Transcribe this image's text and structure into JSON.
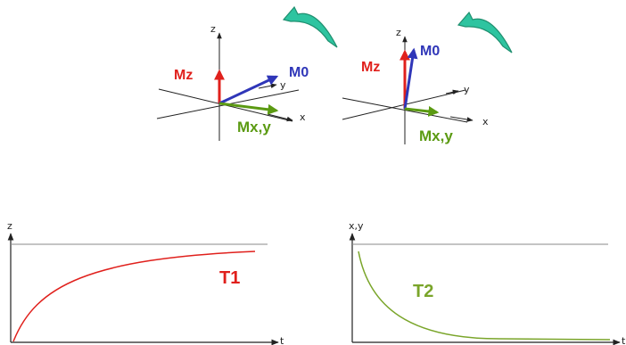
{
  "colors": {
    "mz": "#e0201c",
    "m0": "#2f36b8",
    "mxy": "#5b9a12",
    "rotation_arrow": "#2ec4a0",
    "t1_curve": "#e0201c",
    "t2_curve": "#7aa52a",
    "axes": "#222222",
    "asymptote": "#8a8a8a"
  },
  "icons": {
    "rotation_arrow": "curved-rotation-arrow-icon"
  },
  "vector_diagrams": [
    {
      "axis_z": "z",
      "axis_y": "y",
      "axis_x": "x",
      "mz_label": "Mz",
      "m0_label": "M0",
      "mxy_label": "Mx,y"
    },
    {
      "axis_z": "z",
      "axis_y": "y",
      "axis_x": "x",
      "mz_label": "Mz",
      "m0_label": "M0",
      "mxy_label": "Mx,y"
    }
  ],
  "graphs": {
    "t1": {
      "ylabel": "z",
      "xlabel": "t",
      "curve_label": "T1"
    },
    "t2": {
      "ylabel": "x,y",
      "xlabel": "t",
      "curve_label": "T2"
    }
  }
}
